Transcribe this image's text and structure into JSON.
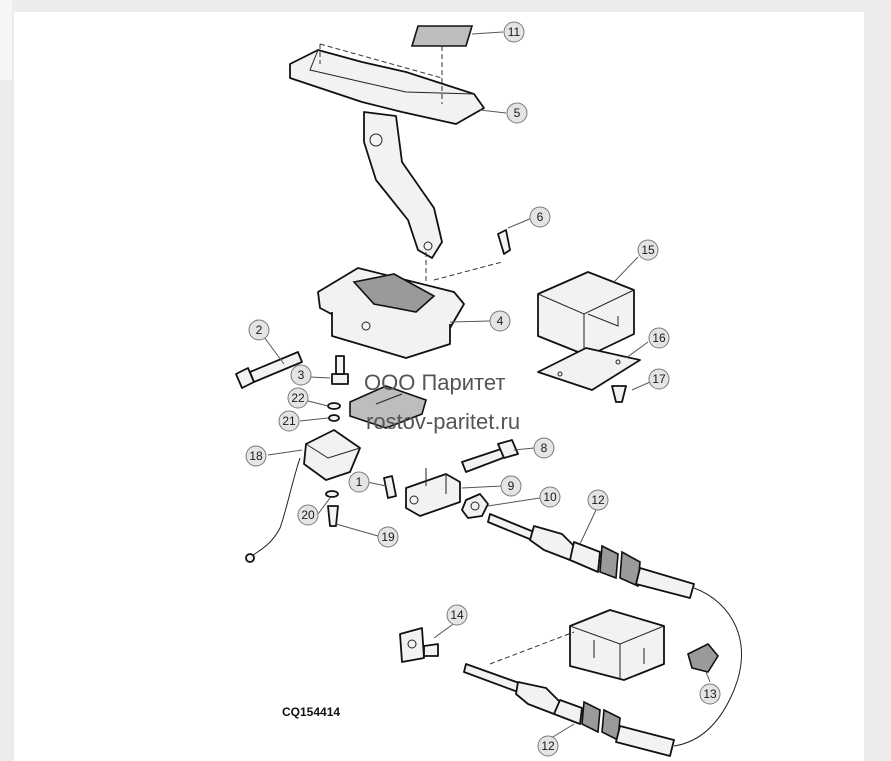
{
  "callouts": [
    {
      "id": "callout-11",
      "label": "11"
    },
    {
      "id": "callout-5",
      "label": "5"
    },
    {
      "id": "callout-6",
      "label": "6"
    },
    {
      "id": "callout-15",
      "label": "15"
    },
    {
      "id": "callout-4",
      "label": "4"
    },
    {
      "id": "callout-2",
      "label": "2"
    },
    {
      "id": "callout-16",
      "label": "16"
    },
    {
      "id": "callout-3",
      "label": "3"
    },
    {
      "id": "callout-17",
      "label": "17"
    },
    {
      "id": "callout-22",
      "label": "22"
    },
    {
      "id": "callout-21",
      "label": "21"
    },
    {
      "id": "callout-8",
      "label": "8"
    },
    {
      "id": "callout-18",
      "label": "18"
    },
    {
      "id": "callout-1",
      "label": "1"
    },
    {
      "id": "callout-9",
      "label": "9"
    },
    {
      "id": "callout-10",
      "label": "10"
    },
    {
      "id": "callout-12a",
      "label": "12"
    },
    {
      "id": "callout-20",
      "label": "20"
    },
    {
      "id": "callout-19",
      "label": "19"
    },
    {
      "id": "callout-14",
      "label": "14"
    },
    {
      "id": "callout-13",
      "label": "13"
    },
    {
      "id": "callout-12b",
      "label": "12"
    }
  ],
  "watermark": {
    "line1": "ООО Паритет",
    "line2": "rostov-paritet.ru"
  },
  "drawing_code": "CQ154414"
}
